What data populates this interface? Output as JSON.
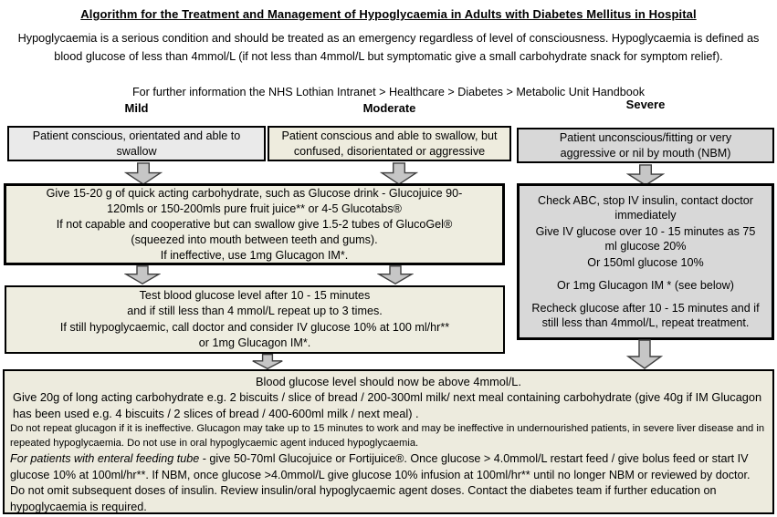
{
  "page": {
    "title": "Algorithm for the Treatment and Management of Hypoglycaemia in Adults with Diabetes Mellitus in Hospital",
    "intro": "Hypoglycaemia is a serious condition and should be treated as an emergency regardless of level of  consciousness. Hypoglycaemia is defined as blood glucose of less than 4mmol/L (if not less than 4mmol/L but symptomatic give a small carbohydrate snack for symptom relief).",
    "more_info": "For further information the NHS Lothian Intranet > Healthcare > Diabetes > Metabolic Unit Handbook"
  },
  "columns": {
    "mild": {
      "header": "Mild",
      "assessment": "Patient conscious, orientated and able to swallow"
    },
    "moderate": {
      "header": "Moderate",
      "assessment": "Patient conscious and able to swallow, but confused, disorientated or aggressive"
    },
    "severe": {
      "header": "Severe",
      "assessment": "Patient unconscious/fitting or very aggressive or nil by mouth (NBM)"
    }
  },
  "treatment_mild_moderate": {
    "lines": [
      "Give 15-20 g of quick acting carbohydrate, such as Glucose drink  - Glucojuice 90-",
      "120mls or 150-200mls  pure fruit juice** or 4-5 Glucotabs®",
      "If not capable  and cooperative but can swallow give 1.5-2 tubes of GlucoGel®",
      "(squeezed into mouth between  teeth and gums).",
      "If ineffective, use 1mg  Glucagon IM*."
    ]
  },
  "treatment_severe": {
    "paragraphs": [
      "Check ABC, stop IV insulin, contact doctor immediately",
      "Give  IV glucose  over 10 - 15 minutes as 75 ml glucose 20%",
      "Or 150ml glucose 10%",
      "Or 1mg Glucagon IM *  (see below)",
      "Recheck glucose after 10 - 15 minutes and if still less than 4mmol/L, repeat treatment."
    ]
  },
  "retest": {
    "lines": [
      "Test blood glucose level after 10 - 15 minutes",
      "and if still less than 4 mmol/L repeat up to 3 times.",
      "If still hypoglycaemic, call doctor and consider IV glucose 10%  at 100 ml/hr**",
      "or 1mg Glucagon IM*."
    ]
  },
  "followup": {
    "p1": "Blood glucose level should now be above 4mmol/L.",
    "p2": "Give 20g of long acting carbohydrate e.g.  2 biscuits / slice of bread / 200-300ml milk/ next meal containing carbohydrate (give 40g if IM Glucagon has been used e.g. 4 biscuits / 2 slices of bread / 400-600ml milk / next meal) .",
    "p3": "Do not repeat glucagon if it is ineffective. Glucagon may take up to 15 minutes to work and may be ineffective in undernourished patients, in severe liver disease and in repeated hypoglycaemia. Do not use in oral hypoglycaemic agent induced hypoglycaemia.",
    "p4_italic": "For patients with enteral feeding tube",
    "p4_rest": "  - give 50-70ml Glucojuice or Fortijuice®. Once glucose > 4.0mmol/L restart feed  / give bolus feed  or start IV glucose 10% at 100ml/hr**. If NBM, once glucose >4.0mmol/L  give glucose 10%  infusion at 100ml/hr** until no longer NBM or reviewed by doctor. Do not omit subsequent doses of insulin. Review insulin/oral hypoglycaemic agent doses. Contact the diabetes team if further education on hypoglycaemia is required."
  },
  "colors": {
    "border": "#000000",
    "mild_fill": "#eaeaea",
    "moderate_fill": "#eeecde",
    "severe_fill": "#d8d8d8",
    "treatment_fill": "#eeede0",
    "bottom_fill": "#edebde",
    "arrow_fill": "#c6c6c6",
    "arrow_stroke": "#3f3f3f"
  }
}
